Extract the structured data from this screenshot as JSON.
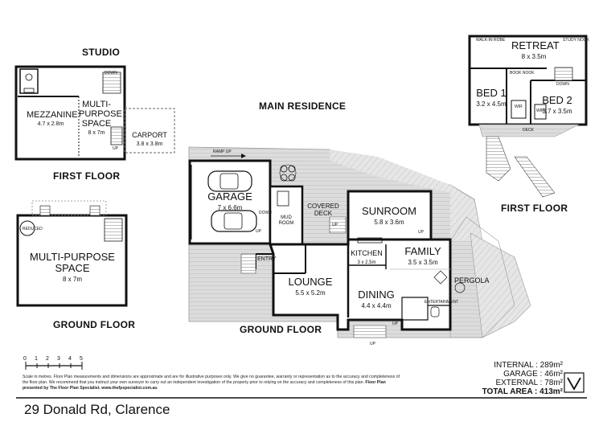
{
  "studio": {
    "title": "STUDIO",
    "first_floor": {
      "label": "FIRST FLOOR",
      "mezzanine": {
        "name": "MEZZANINE",
        "dims": "4.7 x 2.8m"
      },
      "multi_purpose": {
        "name_lines": [
          "MULTI-",
          "PURPOSE",
          "SPACE"
        ],
        "dims": "8 x 7m"
      },
      "carport": {
        "name": "CARPORT",
        "dims": "3.8 x 3.8m"
      },
      "small_labels": [
        "DOWN",
        "UP"
      ]
    },
    "ground_floor": {
      "label": "GROUND FLOOR",
      "multi_purpose": {
        "name_lines": [
          "MULTI-PURPOSE",
          "SPACE"
        ],
        "dims": "8 x 7m"
      },
      "small_labels": [
        "REDUCED"
      ]
    }
  },
  "main": {
    "title": "MAIN RESIDENCE",
    "ground_floor_label": "GROUND FLOOR",
    "ramp": "RAMP UP",
    "rooms": {
      "garage": {
        "name": "GARAGE",
        "dims": "7 x 6.6m"
      },
      "mud_room": {
        "name_lines": [
          "MUD",
          "ROOM"
        ]
      },
      "covered_deck": {
        "name_lines": [
          "COVERED",
          "DECK"
        ]
      },
      "sunroom": {
        "name": "SUNROOM",
        "dims": "5.8 x 3.6m"
      },
      "kitchen": {
        "name": "KITCHEN",
        "dims": "3 x 2.5m"
      },
      "family": {
        "name": "FAMILY",
        "dims": "3.5 x 3.5m"
      },
      "entry": {
        "name": "ENTRY"
      },
      "lounge": {
        "name": "LOUNGE",
        "dims": "5.5 x 5.2m"
      },
      "dining": {
        "name": "DINING",
        "dims": "4.4 x 4.4m"
      },
      "pergola": {
        "name": "PERGOLA"
      }
    },
    "small_labels": [
      "DOWN",
      "UP",
      "UP",
      "UP",
      "UP",
      "UP",
      "ENTERTAINMENT"
    ]
  },
  "upper": {
    "label": "FIRST FLOOR",
    "retreat": {
      "name": "RETREAT",
      "dims": "8 x 3.5m"
    },
    "bed1": {
      "name": "BED 1",
      "dims": "3.2 x 4.5m"
    },
    "bed2": {
      "name": "BED 2",
      "dims": "3.7 x 3.5m"
    },
    "small_labels": [
      "WALK-IN ROBE",
      "STUDY NOOK",
      "BOOK NOOK",
      "DOWN",
      "WIR",
      "WIR",
      "DECK"
    ]
  },
  "scale": {
    "ticks": [
      "0",
      "1",
      "2",
      "3",
      "4",
      "5"
    ],
    "disclaimer": "Scale in metres. Floor Plan measurements and dimensions are approximate and are for illustrative purposes only. We give no guarantee, warranty or representation as to the accuracy and completeness of the floor plan. We recommend that you instruct your own surveyor to carry out an independent investigation of the property prior to relying on the accuracy and completeness of this plan.",
    "credit": "Floor Plan presented by The Floor Plan Specialist. www.thefpspecialist.com.au"
  },
  "areas": [
    {
      "label": "INTERNAL :",
      "value": "289m²",
      "bold": false
    },
    {
      "label": "GARAGE :",
      "value": "46m²",
      "bold": false
    },
    {
      "label": "EXTERNAL :",
      "value": "78m²",
      "bold": false
    },
    {
      "label": "TOTAL AREA :",
      "value": "413m²",
      "bold": true
    }
  ],
  "address": "29 Donald Rd, Clarence",
  "colors": {
    "wall": "#111111",
    "deck": "#d9d9d9",
    "deck_line": "#b5b5b5",
    "paper": "#ffffff"
  },
  "icons": [
    "car-icon",
    "stair-icon",
    "compass-icon",
    "logo-icon"
  ]
}
